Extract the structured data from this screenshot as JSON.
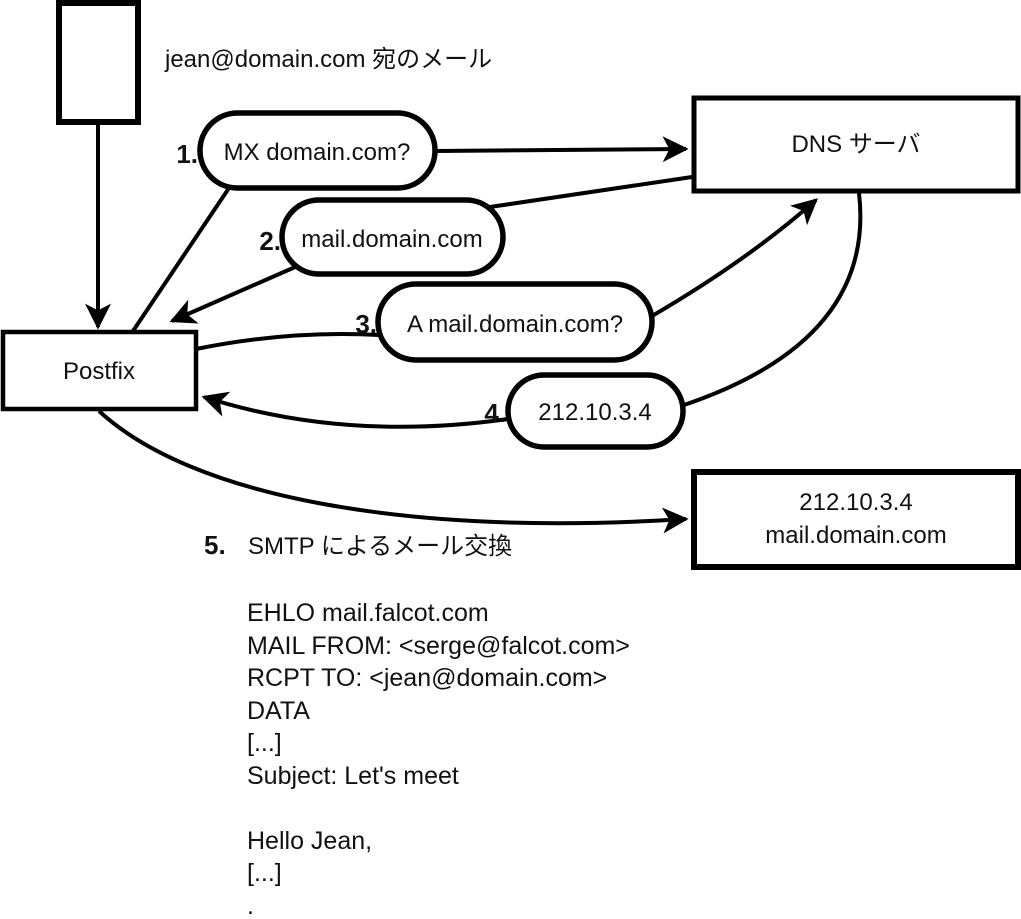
{
  "colors": {
    "ink": "#000000",
    "background": "#ffffff"
  },
  "diagram": {
    "mail_note": "jean@domain.com 宛のメール",
    "nodes": {
      "postfix": "Postfix",
      "dns_server": "DNS サーバ",
      "mail_server_ip": "212.10.3.4",
      "mail_server_host": "mail.domain.com"
    },
    "steps": [
      {
        "num": "1.",
        "label": "MX domain.com?"
      },
      {
        "num": "2.",
        "label": "mail.domain.com"
      },
      {
        "num": "3.",
        "label": "A mail.domain.com?"
      },
      {
        "num": "4.",
        "label": "212.10.3.4"
      },
      {
        "num": "5.",
        "label": "SMTP によるメール交換"
      }
    ],
    "smtp_session": [
      "EHLO mail.falcot.com",
      "MAIL FROM: <serge@falcot.com>",
      "RCPT TO: <jean@domain.com>",
      "DATA",
      "[...]",
      "Subject: Let's meet",
      "",
      "Hello Jean,",
      "[...]",
      "."
    ]
  }
}
